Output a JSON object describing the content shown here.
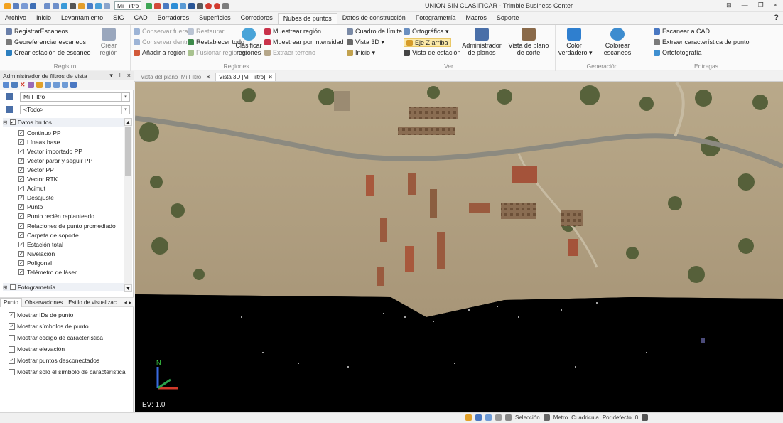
{
  "titlebar": {
    "filter_value": "Mi Filtro",
    "title": "UNION SIN CLASIFICAR - Trimble Business Center",
    "min": "—",
    "restore": "❐",
    "close": "×"
  },
  "tabs": [
    "Archivo",
    "Inicio",
    "Levantamiento",
    "SIG",
    "CAD",
    "Borradores",
    "Superficies",
    "Corredores",
    "Nubes de puntos",
    "Datos de construcción",
    "Fotogrametría",
    "Macros",
    "Soporte"
  ],
  "active_tab_index": 8,
  "help_label": "?",
  "ribbon": {
    "registro": {
      "label": "Registro",
      "items": [
        "RegistrarEscaneos",
        "Georeferenciar escaneos",
        "Crear estación de escaneo"
      ],
      "crear_region_line1": "Crear",
      "crear_region_line2": "región"
    },
    "regiones": {
      "label": "Regiones",
      "col1": [
        "Conservar fuera",
        "Conservar dentro",
        "Añadir a región"
      ],
      "col2": [
        "Restaurar",
        "Restablecer todo",
        "Fusionar regiones"
      ],
      "clasificar_line1": "Clasificar",
      "clasificar_line2": "regiones",
      "col3": [
        "Muestrear región",
        "Muestrear por intensidad",
        "Extraer terreno"
      ]
    },
    "ver": {
      "label": "Ver",
      "col1": [
        "Cuadro de límite ▾",
        "Vista 3D ▾",
        "Inicio ▾"
      ],
      "col2": [
        "Ortográfica ▾",
        "Eje Z arriba",
        "Vista de estación"
      ],
      "admin_line1": "Administrador",
      "admin_line2": "de planos",
      "vista_line1": "Vista de plano",
      "vista_line2": "de corte"
    },
    "generacion": {
      "label": "Generación",
      "color_line1": "Color",
      "color_line2": "verdadero ▾",
      "colorear_line1": "Colorear",
      "colorear_line2": "escaneos"
    },
    "entregas": {
      "label": "Entregas",
      "items": [
        "Escanear a CAD",
        "Extraer característica de punto",
        "Ortofotografía"
      ]
    }
  },
  "left_panel": {
    "header": "Administrador de filtros de vista",
    "filter_combo": "Mi Filtro",
    "layer_combo": "<Todo>",
    "section_raw": "Datos brutos",
    "raw_items": [
      "Continuo PP",
      "Líneas base",
      "Vector importado PP",
      "Vector parar y seguir PP",
      "Vector PP",
      "Vector RTK",
      "Acimut",
      "Desajuste",
      "Punto",
      "Punto recién replanteado",
      "Relaciones de punto promediado",
      "Carpeta de soporte",
      "Estación total",
      "Nivelación",
      "Poligonal",
      "Telémetro de láser"
    ],
    "section_photo": "Fotogrametría",
    "bottom_tabs": [
      "Punto",
      "Observaciones",
      "Estilo de visualizac"
    ],
    "point_options": [
      {
        "label": "Mostrar IDs de punto",
        "checked": true
      },
      {
        "label": "Mostrar símbolos de punto",
        "checked": true
      },
      {
        "label": "Mostrar código de característica",
        "checked": false
      },
      {
        "label": "Mostrar elevación",
        "checked": false
      },
      {
        "label": "Mostrar puntos desconectados",
        "checked": true
      },
      {
        "label": "Mostrar solo el símbolo de característica",
        "checked": false
      }
    ]
  },
  "doc_tabs": [
    "Vista del plano [Mi Filtro]",
    "Vista 3D [Mi Filtro]"
  ],
  "active_doc_tab": 1,
  "view": {
    "ev_label": "EV: 1.0",
    "axis_n": "N"
  },
  "status": {
    "items": [
      "Selección",
      "Metro",
      "Cuadrícula",
      "Por defecto",
      "0"
    ]
  },
  "colors": {
    "accent_blue": "#2b5797",
    "highlight": "#fbe9a8",
    "terrain": "#b8a585"
  }
}
